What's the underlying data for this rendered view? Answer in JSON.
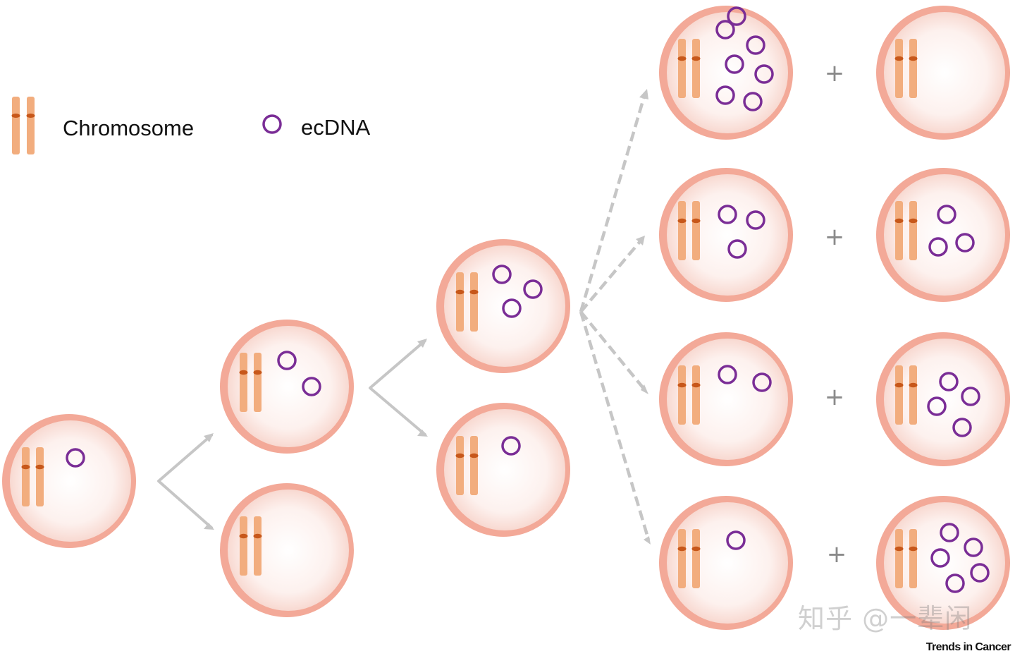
{
  "legend": {
    "chromosome_label": "Chromosome",
    "ecdna_label": "ecDNA"
  },
  "plus_sign": "+",
  "watermark": "知乎 @一辈闲",
  "credit": "Trends in Cancer",
  "colors": {
    "cell_membrane": "#f3a998",
    "cell_interior": "#fdeeea",
    "chromosome": "#f2ad7e",
    "centromere": "#c7571a",
    "ecdna": "#7a2d96",
    "arrow": "#c6c6c6",
    "plus": "#8a8a8a"
  },
  "generations": [
    {
      "name": "generation-0",
      "cells": [
        {
          "ecdna_count": 1
        }
      ]
    },
    {
      "name": "generation-1",
      "cells": [
        {
          "ecdna_count": 2
        },
        {
          "ecdna_count": 0
        }
      ]
    },
    {
      "name": "generation-2",
      "cells": [
        {
          "ecdna_count": 3
        },
        {
          "ecdna_count": 1
        }
      ]
    },
    {
      "name": "generation-3-left",
      "cells": [
        {
          "ecdna_count": 7
        },
        {
          "ecdna_count": 3
        },
        {
          "ecdna_count": 2
        },
        {
          "ecdna_count": 1
        }
      ]
    },
    {
      "name": "generation-3-right",
      "cells": [
        {
          "ecdna_count": 0
        },
        {
          "ecdna_count": 3
        },
        {
          "ecdna_count": 4
        },
        {
          "ecdna_count": 5
        }
      ]
    }
  ]
}
